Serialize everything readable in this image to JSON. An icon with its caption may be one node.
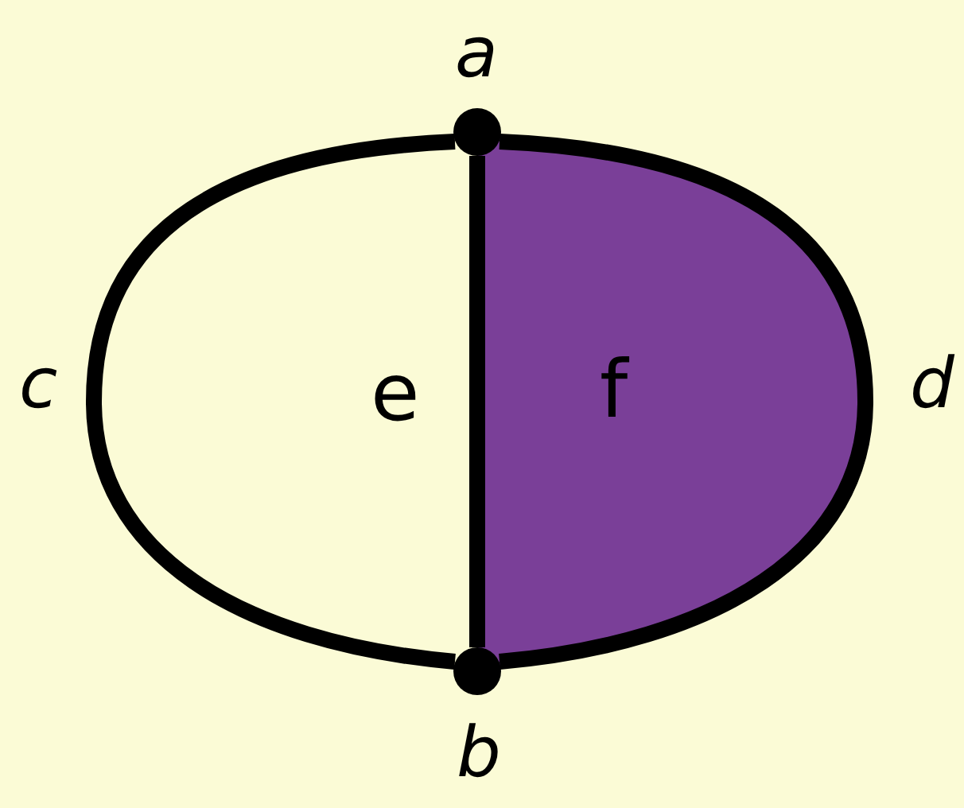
{
  "diagram": {
    "nodes": [
      {
        "text": [],
        "shape": "circle",
        "beside": [
          "a"
        ]
      },
      {
        "text": [],
        "shape": "circle",
        "beside": [
          "b"
        ]
      },
      {
        "text": [
          "f"
        ]
      }
    ],
    "edges": [
      {
        "from": 0,
        "to": 1,
        "arrow": "none",
        "label": "c"
      },
      {
        "from": 0,
        "to": 1,
        "arrow": "none",
        "label": "e"
      },
      {
        "from": 0,
        "to": 1,
        "arrow": "none",
        "label": "d"
      }
    ]
  }
}
